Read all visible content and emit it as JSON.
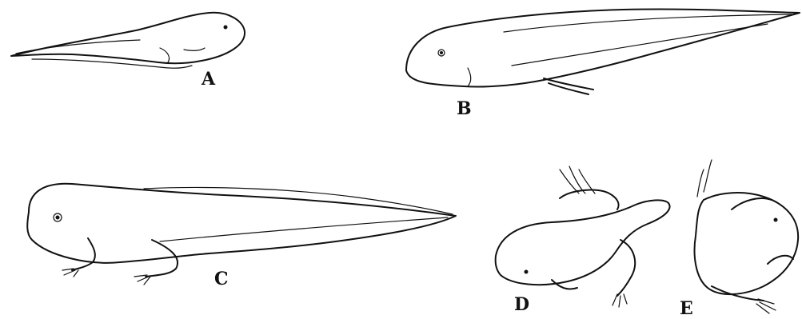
{
  "figure": {
    "labels": {
      "a": "A",
      "b": "B",
      "c": "C",
      "d": "D",
      "e": "E"
    }
  }
}
